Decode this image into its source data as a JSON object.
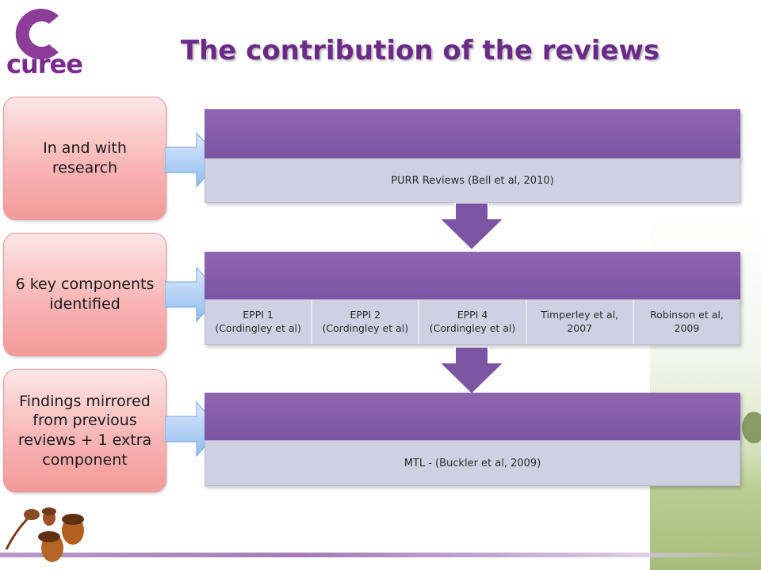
{
  "logo": {
    "text": "curee"
  },
  "title": "The contribution of the reviews",
  "left_boxes": [
    {
      "text": "In and with research"
    },
    {
      "text": "6 key components identified"
    },
    {
      "text": "Findings mirrored from previous reviews + 1 extra component"
    }
  ],
  "stages": {
    "top": {
      "label": "PURR Reviews (Bell et al, 2010)"
    },
    "middle": {
      "cells": [
        {
          "line1": "EPPI 1",
          "line2": "(Cordingley et al)"
        },
        {
          "line1": "EPPI 2",
          "line2": "(Cordingley et al)"
        },
        {
          "line1": "EPPI 4",
          "line2": "(Cordingley et al)"
        },
        {
          "line1": "Timperley et al,",
          "line2": "2007"
        },
        {
          "line1": "Robinson et al,",
          "line2": "2009"
        }
      ]
    },
    "bottom": {
      "label": "MTL - (Buckler et al, 2009)"
    }
  },
  "colors": {
    "purple": "#7b55a2",
    "grey_band": "#cfd1e3",
    "pink_box": "#f9b6b6",
    "arrow_blue": "#a9cdf5",
    "title": "#6b2a88"
  }
}
